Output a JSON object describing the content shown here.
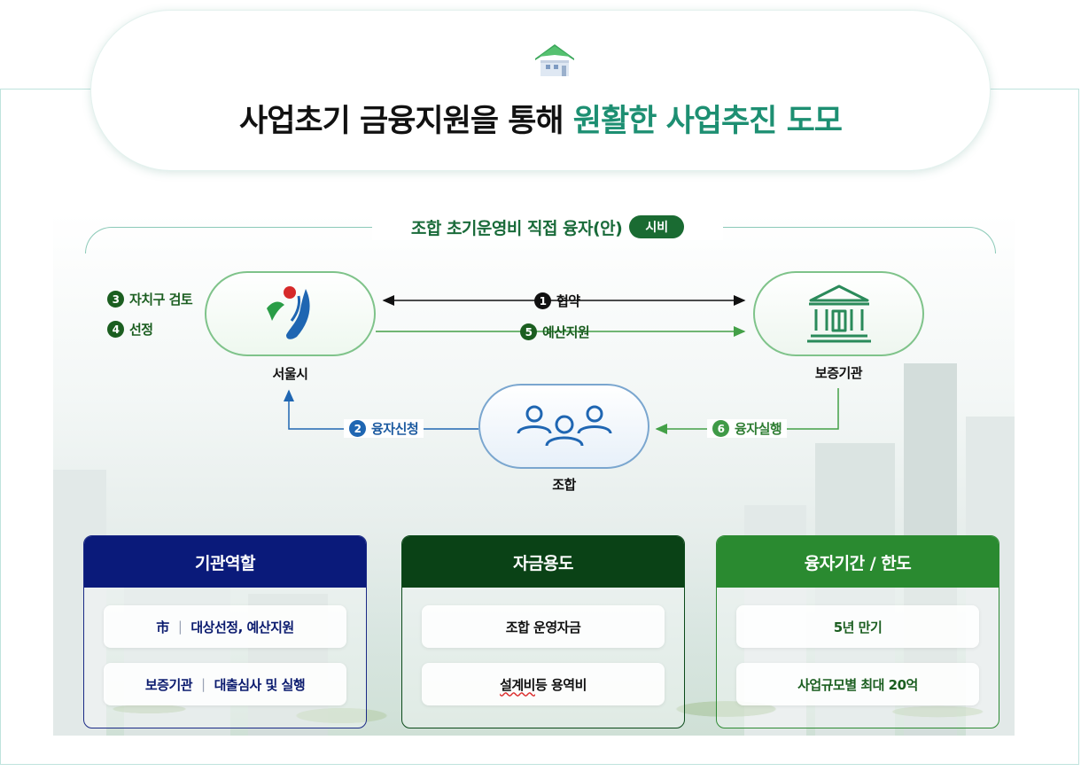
{
  "title": {
    "part1": "사업초기 금융지원을 통해 ",
    "part2": "원활한 사업추진 도모"
  },
  "section": {
    "label": "조합 초기운영비 직접 융자(안)",
    "badge": "시비"
  },
  "nodes": {
    "seoul": "서울시",
    "guarantee": "보증기관",
    "union": "조합"
  },
  "steps": [
    {
      "num": "1",
      "label": "협약"
    },
    {
      "num": "2",
      "label": "융자신청"
    },
    {
      "num": "3",
      "label": "자치구 검토"
    },
    {
      "num": "4",
      "label": "선정"
    },
    {
      "num": "5",
      "label": "예산지원"
    },
    {
      "num": "6",
      "label": "융자실행"
    }
  ],
  "cards": [
    {
      "title": "기관역할",
      "rows": [
        {
          "left": "市",
          "right": "대상선정, 예산지원"
        },
        {
          "left": "보증기관",
          "right": "대출심사 및 실행"
        }
      ]
    },
    {
      "title": "자금용도",
      "rows": [
        {
          "text": "조합 운영자금"
        },
        {
          "text_a": "설계비",
          "text_b": " 등 용역비"
        }
      ]
    },
    {
      "title": "융자기간 / 한도",
      "rows": [
        {
          "text": "5년 만기"
        },
        {
          "text": "사업규모별 최대 20억"
        }
      ]
    }
  ],
  "icons": {
    "title": "house-icon",
    "seoul": "seoul-logo-icon",
    "guarantee": "bank-building-icon",
    "union": "people-group-icon"
  },
  "colors": {
    "accent": "#1d8f72",
    "dark_green": "#1b5e20",
    "blue": "#1f66b2",
    "navy": "#0a1a7a"
  }
}
